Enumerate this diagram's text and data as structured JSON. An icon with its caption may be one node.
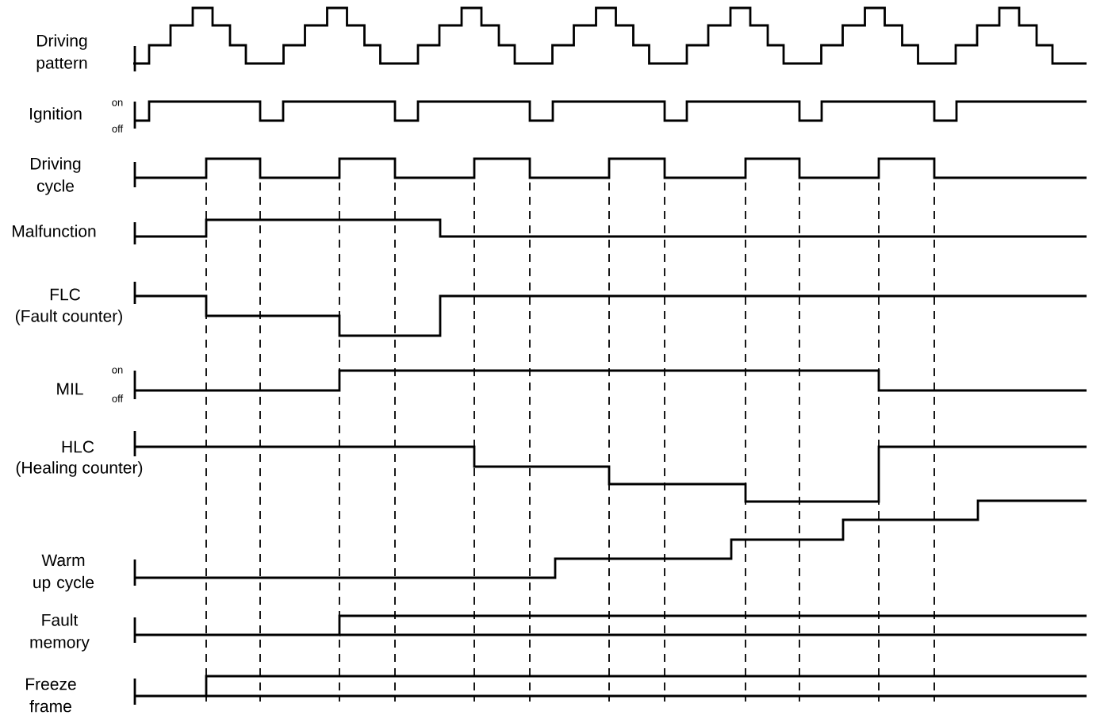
{
  "diagram": {
    "labels": [
      "Driving pattern",
      "Ignition",
      "on",
      "off",
      "Driving cycle",
      "Malfunction",
      "FLC",
      "(Fault counter)",
      "MIL",
      "on",
      "off",
      "HLC",
      "(Healing counter)",
      "Warm up cycle",
      "Fault memory",
      "Freeze frame"
    ]
  }
}
